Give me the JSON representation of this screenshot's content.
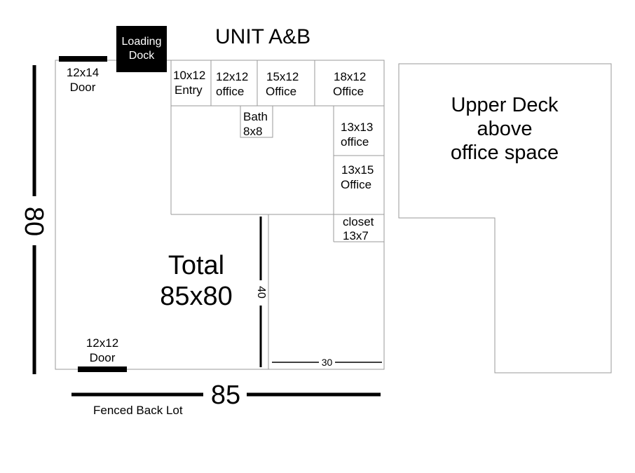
{
  "title": "UNIT A&B",
  "loading_dock": {
    "line1": "Loading",
    "line2": "Dock"
  },
  "door_top": {
    "line1": "12x14",
    "line2": "Door"
  },
  "door_bottom": {
    "line1": "12x12",
    "line2": "Door"
  },
  "rooms": {
    "entry": {
      "line1": "10x12",
      "line2": "Entry"
    },
    "office_12x12": {
      "line1": "12x12",
      "line2": "office"
    },
    "office_15x12": {
      "line1": "15x12",
      "line2": "Office"
    },
    "office_18x12": {
      "line1": "18x12",
      "line2": "Office"
    },
    "bath": {
      "line1": "Bath",
      "line2": "8x8"
    },
    "office_13x13": {
      "line1": "13x13",
      "line2": "office"
    },
    "office_13x15": {
      "line1": "13x15",
      "line2": "Office"
    },
    "closet": {
      "line1": "closet",
      "line2": "13x7"
    }
  },
  "total": {
    "line1": "Total",
    "line2": "85x80"
  },
  "dimensions": {
    "height": "80",
    "width": "85",
    "inner_height": "40",
    "inner_width": "30"
  },
  "fenced_back_lot": "Fenced Back Lot",
  "upper_deck": {
    "line1": "Upper Deck",
    "line2": "above",
    "line3": "office space"
  }
}
